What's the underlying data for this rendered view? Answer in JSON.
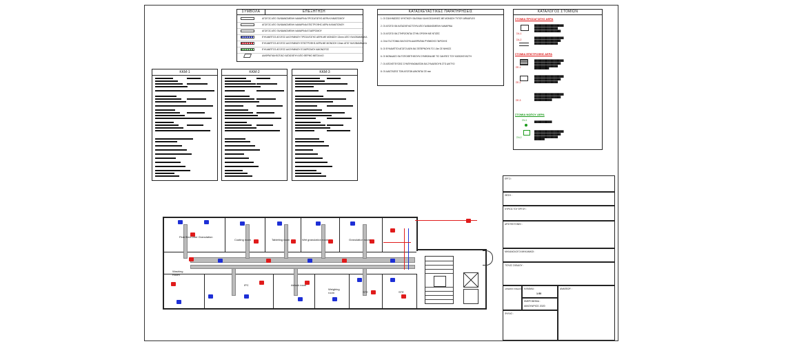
{
  "legend": {
    "headers": [
      "ΣΥΜΒΟΛΑ",
      "ΕΠΕΞΗΓΗΣΗ"
    ],
    "rows": [
      "ΑΓΩΓΟΣ ΑΠΟ ΓΑΛΒΑΝΙΣΜΕΝΗ ΛΑΜΑΡΙΝΑ ΠΡΟΣΑΓΩΓΗΣ ΑΕΡΑ ΚΛΙΜΑΤΙΣΜΟΥ",
      "ΑΓΩΓΟΣ ΑΠΟ ΓΑΛΒΑΝΙΣΜΕΝΗ ΛΑΜΑΡΙΝΑ ΕΠΙΣΤΡΟΦΗΣ ΑΕΡΑ ΚΛΙΜΑΤΙΣΜΟΥ",
      "ΑΓΩΓΟΣ ΑΠΟ ΓΑΛΒΑΝΙΣΜΕΝΗ ΛΑΜΑΡΙΝΑ ΕΞΑΕΡΙΣΜΟΥ",
      "ΕΥΚΑΜΠΤΟΣ ΑΓΩΓΟΣ ΑΛΟΥΜΙΝΙΟΥ ΠΡΟΣΑΓΩΓΗΣ ΑΕΡΑ ΜΕ ΜΟΝΩΣΗ 13mm ΑΠΟ ΥΑΛΟΒΑΜΒΑΚΑ",
      "ΕΥΚΑΜΠΤΟΣ ΑΓΩΓΟΣ ΑΛΟΥΜΙΝΙΟΥ ΕΠΙΣΤΡΟΦΗΣ ΑΕΡΑ ΜΕ ΜΟΝΩΣΗ 13mm ΑΠΟ ΥΑΛΟΒΑΜΒΑΚΑ",
      "ΕΥΚΑΜΠΤΟΣ ΑΓΩΓΟΣ ΑΛΟΥΜΙΝΙΟΥ ΕΞΑΕΡΙΣΜΟΥ ΑΜΟΝΩΤΟΣ",
      "ΔΙΑΦΡΑΓΜΑ ΦΩΤΙΑΣ ΚΑΤΑΣΚΕΥΗ ΑΠΟ ΘΕΡΜΟ ΜΕΤΑΛΛΟ"
    ]
  },
  "calc_tables": [
    {
      "title": "ΚΚΜ-1"
    },
    {
      "title": "ΚΚΜ-2"
    },
    {
      "title": "ΚΚΜ-3"
    }
  ],
  "notes": {
    "title": "ΚΑΤΑΣΚΕΥΑΣΤΙΚΕΣ ΠΑΡΑΤΗΡΗΣΕΙΣ",
    "lines": [
      "1. ΟΙ ΣΩΛΗΝΩΣΕΙΣ ΨΥΚΤΙΚΟΥ ΘΑ ΕΙΝΑΙ ΧΑΛΚΟΣΩΛΗΝΕΣ ΜΕ ΜΟΝΩΣΗ ΤΥΠΟΥ ΑRMAFLEX",
      "2. ΟΙ ΑΓΩΓΟΙ ΘΑ ΚΑΤΑΣΚΕΥΑΣΤΟΥΝ ΑΠΟ ΓΑΛΒΑΝΙΣΜΕΝΗ ΛΑΜΑΡΙΝΑ",
      "3. ΟΙ ΑΓΩΓΟΙ ΘΑ ΣΤΗΡΙΖΟΝΤΑΙ ΣΤΗΝ ΟΡΟΦΗ ΜΕ ΝΤΙΖΕΣ",
      "4. ΟΛΑ ΤΑ ΣΤΟΜΙΑ ΘΑ ΕΧΟΥΝ ΔΙΑΦΡΑΓΜΑ ΡΥΘΜΙΣΗΣ ΠΑΡΟΧΗΣ",
      "5. ΟΙ ΕΥΚΑΜΠΤΟΙ ΑΓΩΓΟΙ ΔΕΝ ΘΑ ΞΕΠΕΡΝΟΥΝ ΤΟ 1.5m ΣΕ ΜΗΚΟΣ",
      "6. ΟΙ ΜΟΝΑΔΕΣ ΘΑ ΤΟΠΟΘΕΤΗΘΟΥΝ ΣΥΜΦΩΝΑ ΜΕ ΤΙΣ ΟΔΗΓΙΕΣ ΤΟΥ ΚΑΤΑΣΚΕΥΑΣΤΗ",
      "7. ΟΙ ΑΠΟΧΕΤΕΥΣΕΙΣ ΣΥΜΠΥΚΝΩΜΑΤΩΝ ΘΑ ΣΥΝΔΕΘΟΥΝ ΣΤΟ ΔΙΚΤΥΟ",
      "8. ΟΙ ΔΙΑΣΤΑΣΕΙΣ ΤΩΝ ΑΓΩΓΩΝ ΔΙΝΟΝΤΑΙ ΣΕ mm"
    ]
  },
  "symbols": {
    "title": "ΚΑΤΑΛΟΓΟΣ ΣΤΟΜΙΩΝ",
    "sections": [
      {
        "heading": "ΣΤΟΜΙΑ ΠΡΟΣΑΓΩΓΗΣ ΑΕΡΑ",
        "color": "red",
        "codes": [
          "ΣΑ-1",
          "ΣΑ-2"
        ]
      },
      {
        "heading": "ΣΤΟΜΙΑ ΕΠΙΣΤΡΟΦΗΣ ΑΕΡΑ",
        "color": "red",
        "codes": [
          "ΣΕ-1",
          "ΣΕ-2",
          "ΣΕ-3"
        ]
      },
      {
        "heading": "ΣΤΟΜΙΑ ΝΩΠΟΥ ΑΕΡΑ",
        "color": "green",
        "codes": [
          "ΣΝ-1",
          "ΣΝ-2"
        ]
      }
    ]
  },
  "title_block": {
    "fields": [
      "ΕΡΓΟ :",
      "ΘΕΣΗ :",
      "ΚΥΡΙΟΣ ΤΟΥ ΕΡΓΟΥ :",
      "ΑΡΧΙΤΕΚΤΟΝΕΣ :",
      "ΜΗΧΑΝΟΛΟΓΟΙ ΜΗΧΑΝΙΚΟΙ :",
      "ΤΙΤΛΟΣ ΣΧΕΔΙΟΥ :"
    ],
    "drawing_no_label": "ΑΡΙΘΜΟΣ ΣΧΕΔΙΟΥ :",
    "scale_label": "ΚΛΙΜΑΚΑ :",
    "scale_value": "1:50",
    "date_label": "ΗΜΕΡΟΜΗΝΙΑ :",
    "date_value": "ΙΑΝΟΥΑΡΙΟΣ 2020",
    "revision_label": "ΑΝΑΘΕΩΡ. :",
    "sheet_label": "ΦΥΛΛΟ :"
  },
  "plan": {
    "rooms": [
      "Fluid Bed Drier Granulation",
      "Coating room",
      "Tableting room",
      "Wet granulation room",
      "Granulation room",
      "Washing Room",
      "IPC",
      "Airlock room",
      "Weighing room",
      "STE",
      "STE"
    ]
  }
}
